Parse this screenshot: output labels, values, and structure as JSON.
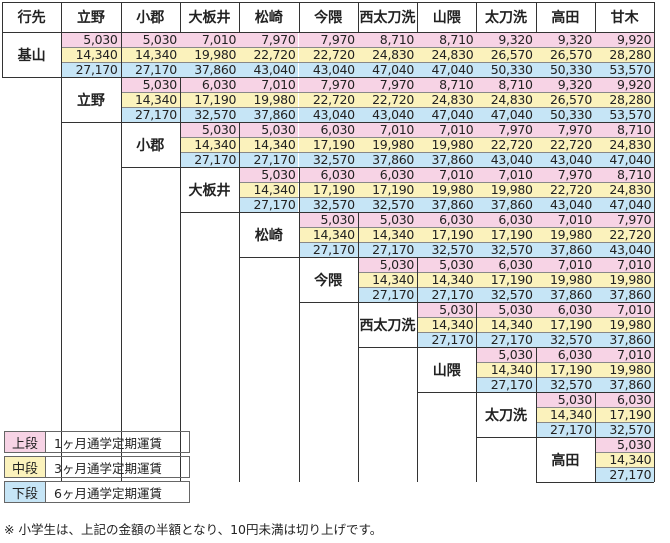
{
  "corner_label": "行先",
  "columns": [
    "立野",
    "小郡",
    "大板井",
    "松崎",
    "今隈",
    "西太刀洗",
    "山隈",
    "太刀洗",
    "高田",
    "甘木"
  ],
  "origins": [
    "基山",
    "立野",
    "小郡",
    "大板井",
    "松崎",
    "今隈",
    "西太刀洗",
    "山隈",
    "太刀洗",
    "高田"
  ],
  "fares": [
    [
      [
        "5,030",
        "14,340",
        "27,170"
      ],
      [
        "5,030",
        "14,340",
        "27,170"
      ],
      [
        "7,010",
        "19,980",
        "37,860"
      ],
      [
        "7,970",
        "22,720",
        "43,040"
      ],
      [
        "7,970",
        "22,720",
        "43,040"
      ],
      [
        "8,710",
        "24,830",
        "47,040"
      ],
      [
        "8,710",
        "24,830",
        "47,040"
      ],
      [
        "9,320",
        "26,570",
        "50,330"
      ],
      [
        "9,320",
        "26,570",
        "50,330"
      ],
      [
        "9,920",
        "28,280",
        "53,570"
      ]
    ],
    [
      [
        "5,030",
        "14,340",
        "27,170"
      ],
      [
        "6,030",
        "17,190",
        "32,570"
      ],
      [
        "7,010",
        "19,980",
        "37,860"
      ],
      [
        "7,970",
        "22,720",
        "43,040"
      ],
      [
        "7,970",
        "22,720",
        "43,040"
      ],
      [
        "8,710",
        "24,830",
        "47,040"
      ],
      [
        "8,710",
        "24,830",
        "47,040"
      ],
      [
        "9,320",
        "26,570",
        "50,330"
      ],
      [
        "9,920",
        "28,280",
        "53,570"
      ]
    ],
    [
      [
        "5,030",
        "14,340",
        "27,170"
      ],
      [
        "5,030",
        "14,340",
        "27,170"
      ],
      [
        "6,030",
        "17,190",
        "32,570"
      ],
      [
        "7,010",
        "19,980",
        "37,860"
      ],
      [
        "7,010",
        "19,980",
        "37,860"
      ],
      [
        "7,970",
        "22,720",
        "43,040"
      ],
      [
        "7,970",
        "22,720",
        "43,040"
      ],
      [
        "8,710",
        "24,830",
        "47,040"
      ]
    ],
    [
      [
        "5,030",
        "14,340",
        "27,170"
      ],
      [
        "6,030",
        "17,190",
        "32,570"
      ],
      [
        "6,030",
        "17,190",
        "32,570"
      ],
      [
        "7,010",
        "19,980",
        "37,860"
      ],
      [
        "7,010",
        "19,980",
        "37,860"
      ],
      [
        "7,970",
        "22,720",
        "43,040"
      ],
      [
        "8,710",
        "24,830",
        "47,040"
      ]
    ],
    [
      [
        "5,030",
        "14,340",
        "27,170"
      ],
      [
        "5,030",
        "14,340",
        "27,170"
      ],
      [
        "6,030",
        "17,190",
        "32,570"
      ],
      [
        "6,030",
        "17,190",
        "32,570"
      ],
      [
        "7,010",
        "19,980",
        "37,860"
      ],
      [
        "7,970",
        "22,720",
        "43,040"
      ]
    ],
    [
      [
        "5,030",
        "14,340",
        "27,170"
      ],
      [
        "5,030",
        "14,340",
        "27,170"
      ],
      [
        "6,030",
        "17,190",
        "32,570"
      ],
      [
        "7,010",
        "19,980",
        "37,860"
      ],
      [
        "7,010",
        "19,980",
        "37,860"
      ]
    ],
    [
      [
        "5,030",
        "14,340",
        "27,170"
      ],
      [
        "5,030",
        "14,340",
        "27,170"
      ],
      [
        "6,030",
        "17,190",
        "32,570"
      ],
      [
        "7,010",
        "19,980",
        "37,860"
      ]
    ],
    [
      [
        "5,030",
        "14,340",
        "27,170"
      ],
      [
        "6,030",
        "17,190",
        "32,570"
      ],
      [
        "7,010",
        "19,980",
        "37,860"
      ]
    ],
    [
      [
        "5,030",
        "14,340",
        "27,170"
      ],
      [
        "6,030",
        "17,190",
        "32,570"
      ]
    ],
    [
      [
        "5,030",
        "14,340",
        "27,170"
      ]
    ]
  ],
  "legend": [
    {
      "key": "上段",
      "desc": "1ヶ月通学定期運賃",
      "color": "#f7d3e5"
    },
    {
      "key": "中段",
      "desc": "3ヶ月通学定期運賃",
      "color": "#fbf2bc"
    },
    {
      "key": "下段",
      "desc": "6ヶ月通学定期運賃",
      "color": "#c6e5f6"
    }
  ],
  "footnote": "※ 小学生は、上記の金額の半額となり、10円未満は切り上げです。"
}
